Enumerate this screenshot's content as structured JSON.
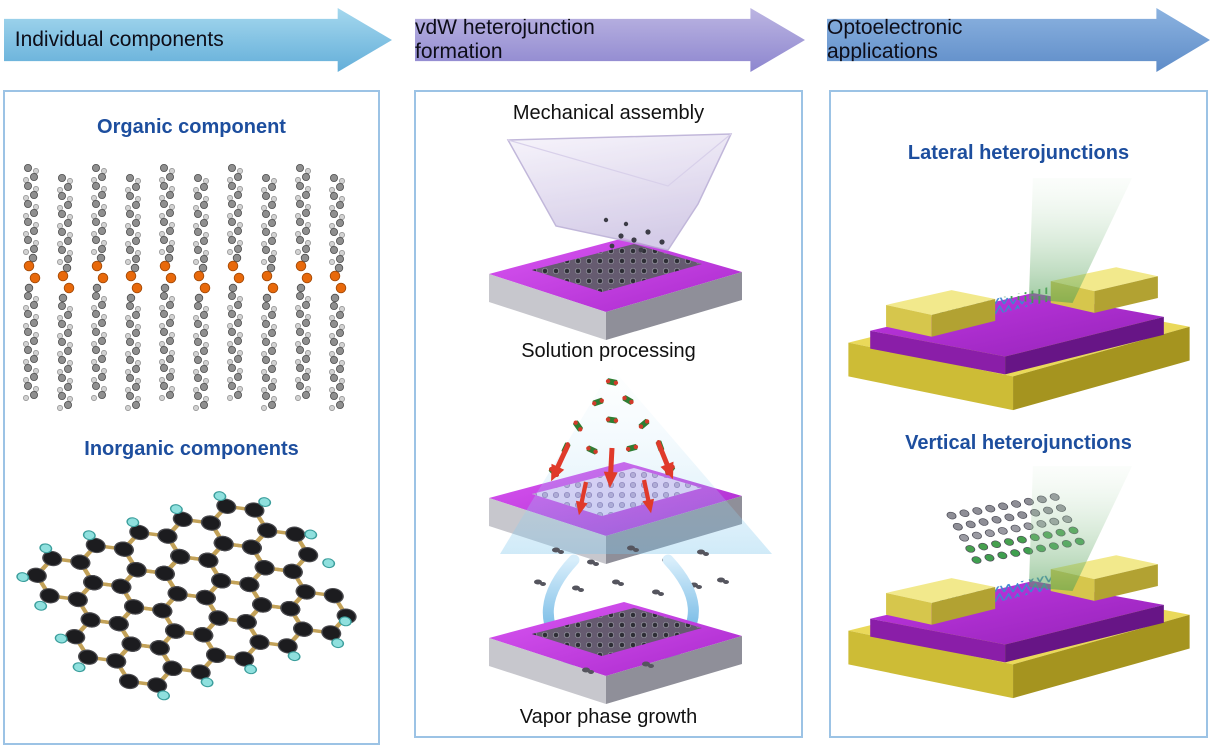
{
  "figure": {
    "banners": {
      "individual": "Individual components",
      "vdw": "vdW heterojunction formation",
      "opto": "Optoelectronic applications"
    },
    "left_panel": {
      "organic_title": "Organic component",
      "inorganic_title": "Inorganic components"
    },
    "middle_panel": {
      "mechanical_title": "Mechanical assembly",
      "solution_title": "Solution processing",
      "vapor_title": "Vapor phase growth"
    },
    "right_panel": {
      "lateral_title": "Lateral heterojunctions",
      "vertical_title": "Vertical heterojunctions"
    },
    "colors": {
      "heading_blue": "#1d4e9e",
      "panel_border_blue": "#9cc3e5",
      "arrow1_blue": "#63aed9",
      "arrow2_purple": "#8d86cf",
      "arrow3_blue": "#5e8cc8",
      "substrate_purple": "#b935dc",
      "gold_yellow": "#ead95a",
      "sulfur_orange": "#e8690b",
      "light_beam_green": "#4e9e52"
    }
  }
}
